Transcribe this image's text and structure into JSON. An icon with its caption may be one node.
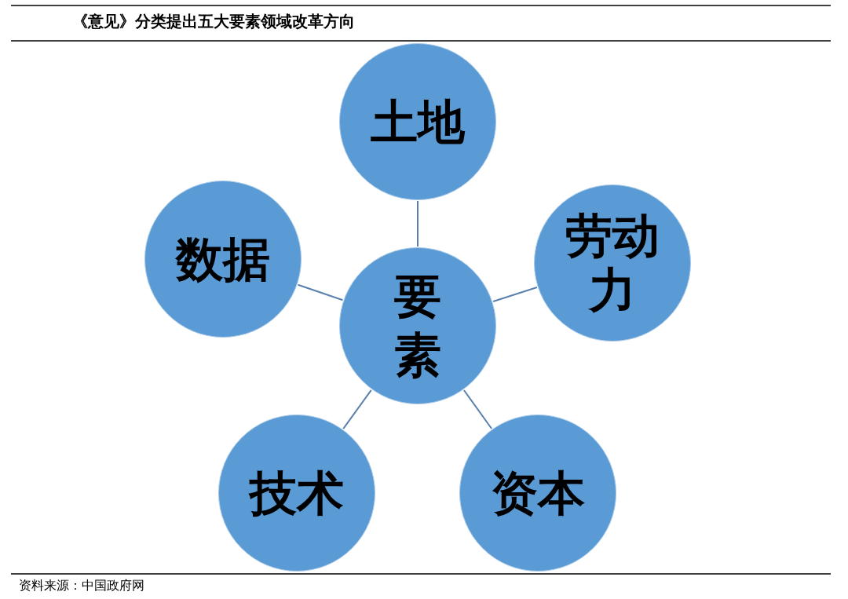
{
  "diagram": {
    "title": "《意见》分类提出五大要素领域改革方向",
    "nodes": [
      {
        "text": [
          "土地"
        ]
      },
      {
        "text": [
          "数据"
        ]
      },
      {
        "text": [
          "劳动力"
        ]
      },
      {
        "text": [
          "要素"
        ]
      },
      {
        "text": [
          "技术"
        ]
      },
      {
        "text": [
          "资本"
        ]
      }
    ],
    "edges": [
      {
        "from": 3,
        "to": 0,
        "arrow": "none"
      },
      {
        "from": 3,
        "to": 1,
        "arrow": "none"
      },
      {
        "from": 3,
        "to": 2,
        "arrow": "none"
      },
      {
        "from": 3,
        "to": 4,
        "arrow": "none"
      },
      {
        "from": 3,
        "to": 5,
        "arrow": "none"
      }
    ],
    "labels": [
      "资料来源：中国政府网"
    ]
  }
}
